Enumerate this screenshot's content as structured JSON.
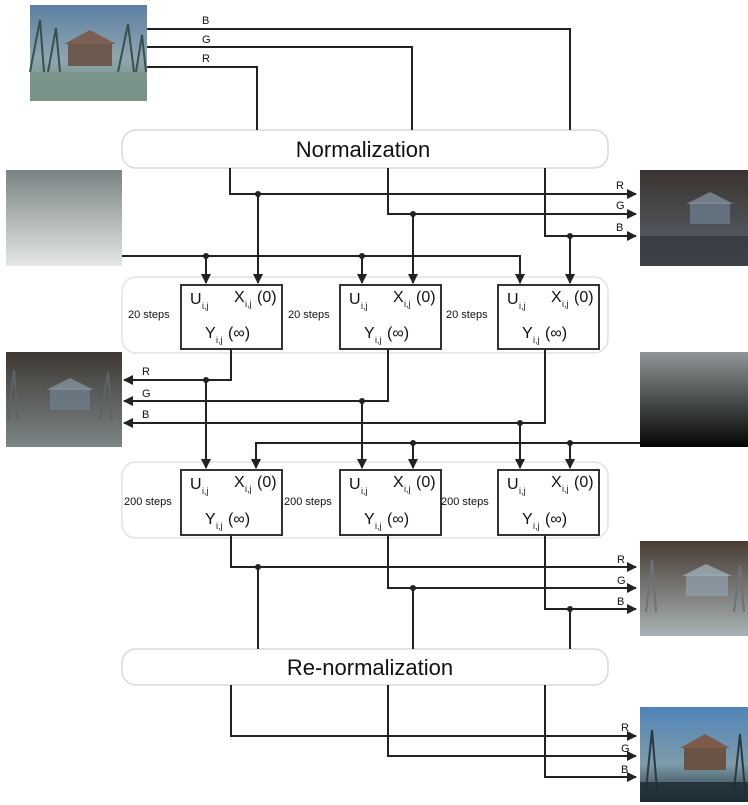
{
  "channels": [
    "R",
    "G",
    "B"
  ],
  "stages": {
    "normalization": "Normalization",
    "renormalization": "Re-normalization"
  },
  "layer1": {
    "steps_label": "20 steps",
    "cells": [
      {
        "u": "U",
        "u_sub": "i,j",
        "x": "X",
        "x_sub": "i,j",
        "x_arg": "(0)",
        "y": "Y",
        "y_sub": "i,j",
        "y_arg": "(∞)"
      },
      {
        "u": "U",
        "u_sub": "i,j",
        "x": "X",
        "x_sub": "i,j",
        "x_arg": "(0)",
        "y": "Y",
        "y_sub": "i,j",
        "y_arg": "(∞)"
      },
      {
        "u": "U",
        "u_sub": "i,j",
        "x": "X",
        "x_sub": "i,j",
        "x_arg": "(0)",
        "y": "Y",
        "y_sub": "i,j",
        "y_arg": "(∞)"
      }
    ]
  },
  "layer2": {
    "steps_label": "200 steps",
    "cells": [
      {
        "u": "U",
        "u_sub": "i,j",
        "x": "X",
        "x_sub": "i,j",
        "x_arg": "(0)",
        "y": "Y",
        "y_sub": "i,j",
        "y_arg": "(∞)"
      },
      {
        "u": "U",
        "u_sub": "i,j",
        "x": "X",
        "x_sub": "i,j",
        "x_arg": "(0)",
        "y": "Y",
        "y_sub": "i,j",
        "y_arg": "(∞)"
      },
      {
        "u": "U",
        "u_sub": "i,j",
        "x": "X",
        "x_sub": "i,j",
        "x_arg": "(0)",
        "y": "Y",
        "y_sub": "i,j",
        "y_arg": "(∞)"
      }
    ]
  },
  "images": {
    "input": "input-photo",
    "gradient_light": "gradient-light",
    "normalized": "normalized-photo",
    "layer1_output": "layer1-output-photo",
    "gradient_dark": "gradient-dark",
    "layer2_output": "layer2-output-photo",
    "final_output": "final-output-photo"
  },
  "colors": {
    "wire": "#222222",
    "box_border": "#333333",
    "stage_fill": "#ffffff",
    "stage_border": "#d8d8d8"
  }
}
